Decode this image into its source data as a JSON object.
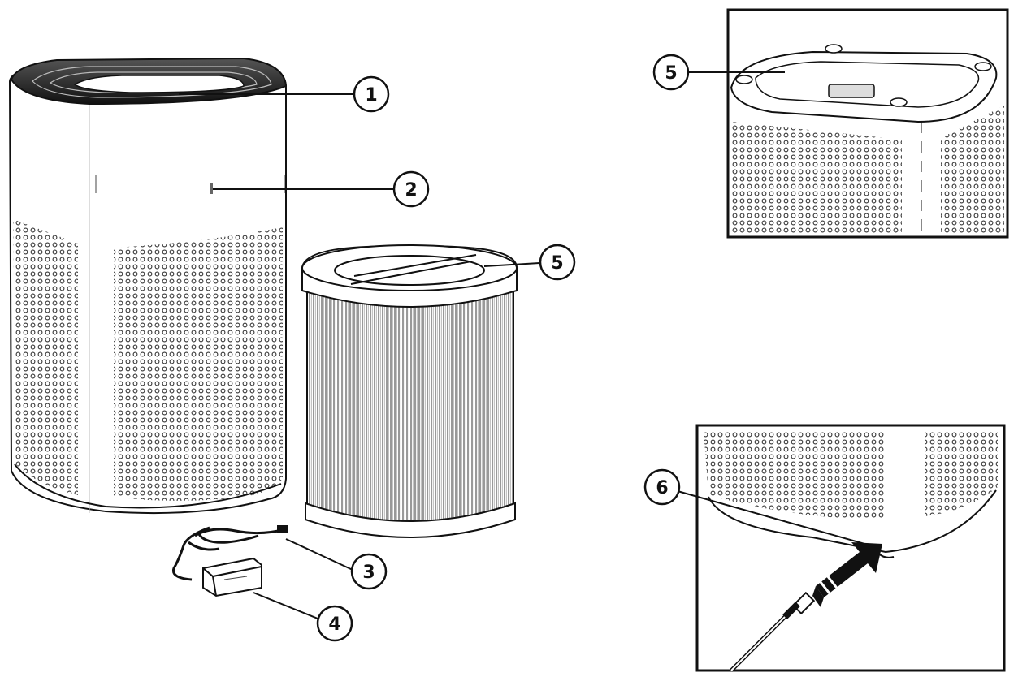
{
  "callouts": {
    "c1": "1",
    "c2": "2",
    "c3": "3",
    "c4": "4",
    "c5_main": "5",
    "c5_inset": "5",
    "c6": "6"
  },
  "colors": {
    "line": "#111111",
    "background": "#ffffff",
    "dots": "#3a3a3a"
  }
}
